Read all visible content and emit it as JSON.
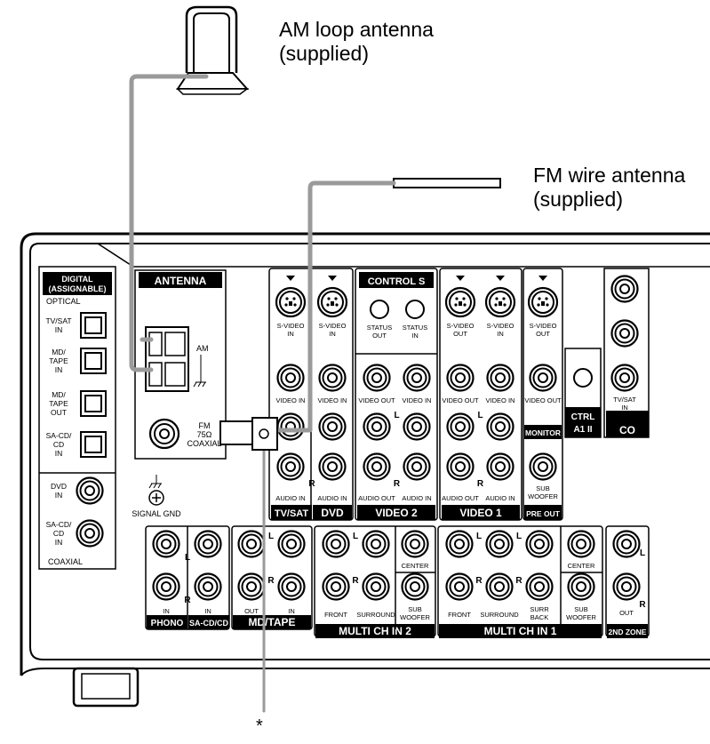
{
  "callouts": {
    "am_line1": "AM loop antenna",
    "am_line2": "(supplied)",
    "fm_line1": "FM wire antenna",
    "fm_line2": "(supplied)",
    "asterisk": "*"
  },
  "digital": {
    "header_line1": "DIGITAL",
    "header_line2": "(ASSIGNABLE)",
    "optical": "OPTICAL",
    "coaxial": "COAXIAL",
    "optical_inputs": [
      [
        "TV/SAT",
        "IN"
      ],
      [
        "MD/",
        "TAPE",
        "IN"
      ],
      [
        "MD/",
        "TAPE",
        "OUT"
      ],
      [
        "SA-CD/",
        "CD",
        "IN"
      ]
    ],
    "coaxial_inputs": [
      [
        "DVD",
        "IN"
      ],
      [
        "SA-CD/",
        "CD",
        "IN"
      ]
    ]
  },
  "antenna": {
    "header": "ANTENNA",
    "am": "AM",
    "fm_line1": "FM",
    "fm_line2": "75Ω",
    "fm_line3": "COAXIAL",
    "signal_gnd": "SIGNAL GND"
  },
  "control_s": {
    "header": "CONTROL S",
    "status_out": [
      "STATUS",
      "OUT"
    ],
    "status_in": [
      "STATUS",
      "IN"
    ]
  },
  "video": {
    "s_video_in": [
      "S-VIDEO",
      "IN"
    ],
    "s_video_out": [
      "S-VIDEO",
      "OUT"
    ],
    "video_in": "VIDEO IN",
    "video_out": "VIDEO OUT",
    "audio_in": "AUDIO IN",
    "audio_out": "AUDIO OUT",
    "tv_sat_in": [
      "TV/SAT",
      "IN"
    ]
  },
  "sections": {
    "tv_sat": "TV/SAT",
    "dvd": "DVD",
    "video2": "VIDEO 2",
    "video1": "VIDEO 1",
    "monitor": "MONITOR",
    "pre_out": "PRE OUT",
    "ctrl_a1": [
      "CTRL",
      "A1 II"
    ],
    "co": "CO",
    "phono": "PHONO",
    "sacd": "SA-CD/CD",
    "mdtape": "MD/TAPE",
    "multi2": "MULTI CH IN 2",
    "multi1": "MULTI CH IN 1",
    "zone2": "2ND ZONE"
  },
  "audio_labels": {
    "L": "L",
    "R": "R",
    "in": "IN",
    "out": "OUT",
    "front": "FRONT",
    "surround": "SURROUND",
    "center": "CENTER",
    "sub_woofer": [
      "SUB",
      "WOOFER"
    ],
    "surr_back": [
      "SURR",
      "BACK"
    ]
  },
  "colors": {
    "cable": "#9a9a9a",
    "panel_line": "#000000",
    "label_bg": "#000000",
    "label_fg": "#ffffff"
  }
}
